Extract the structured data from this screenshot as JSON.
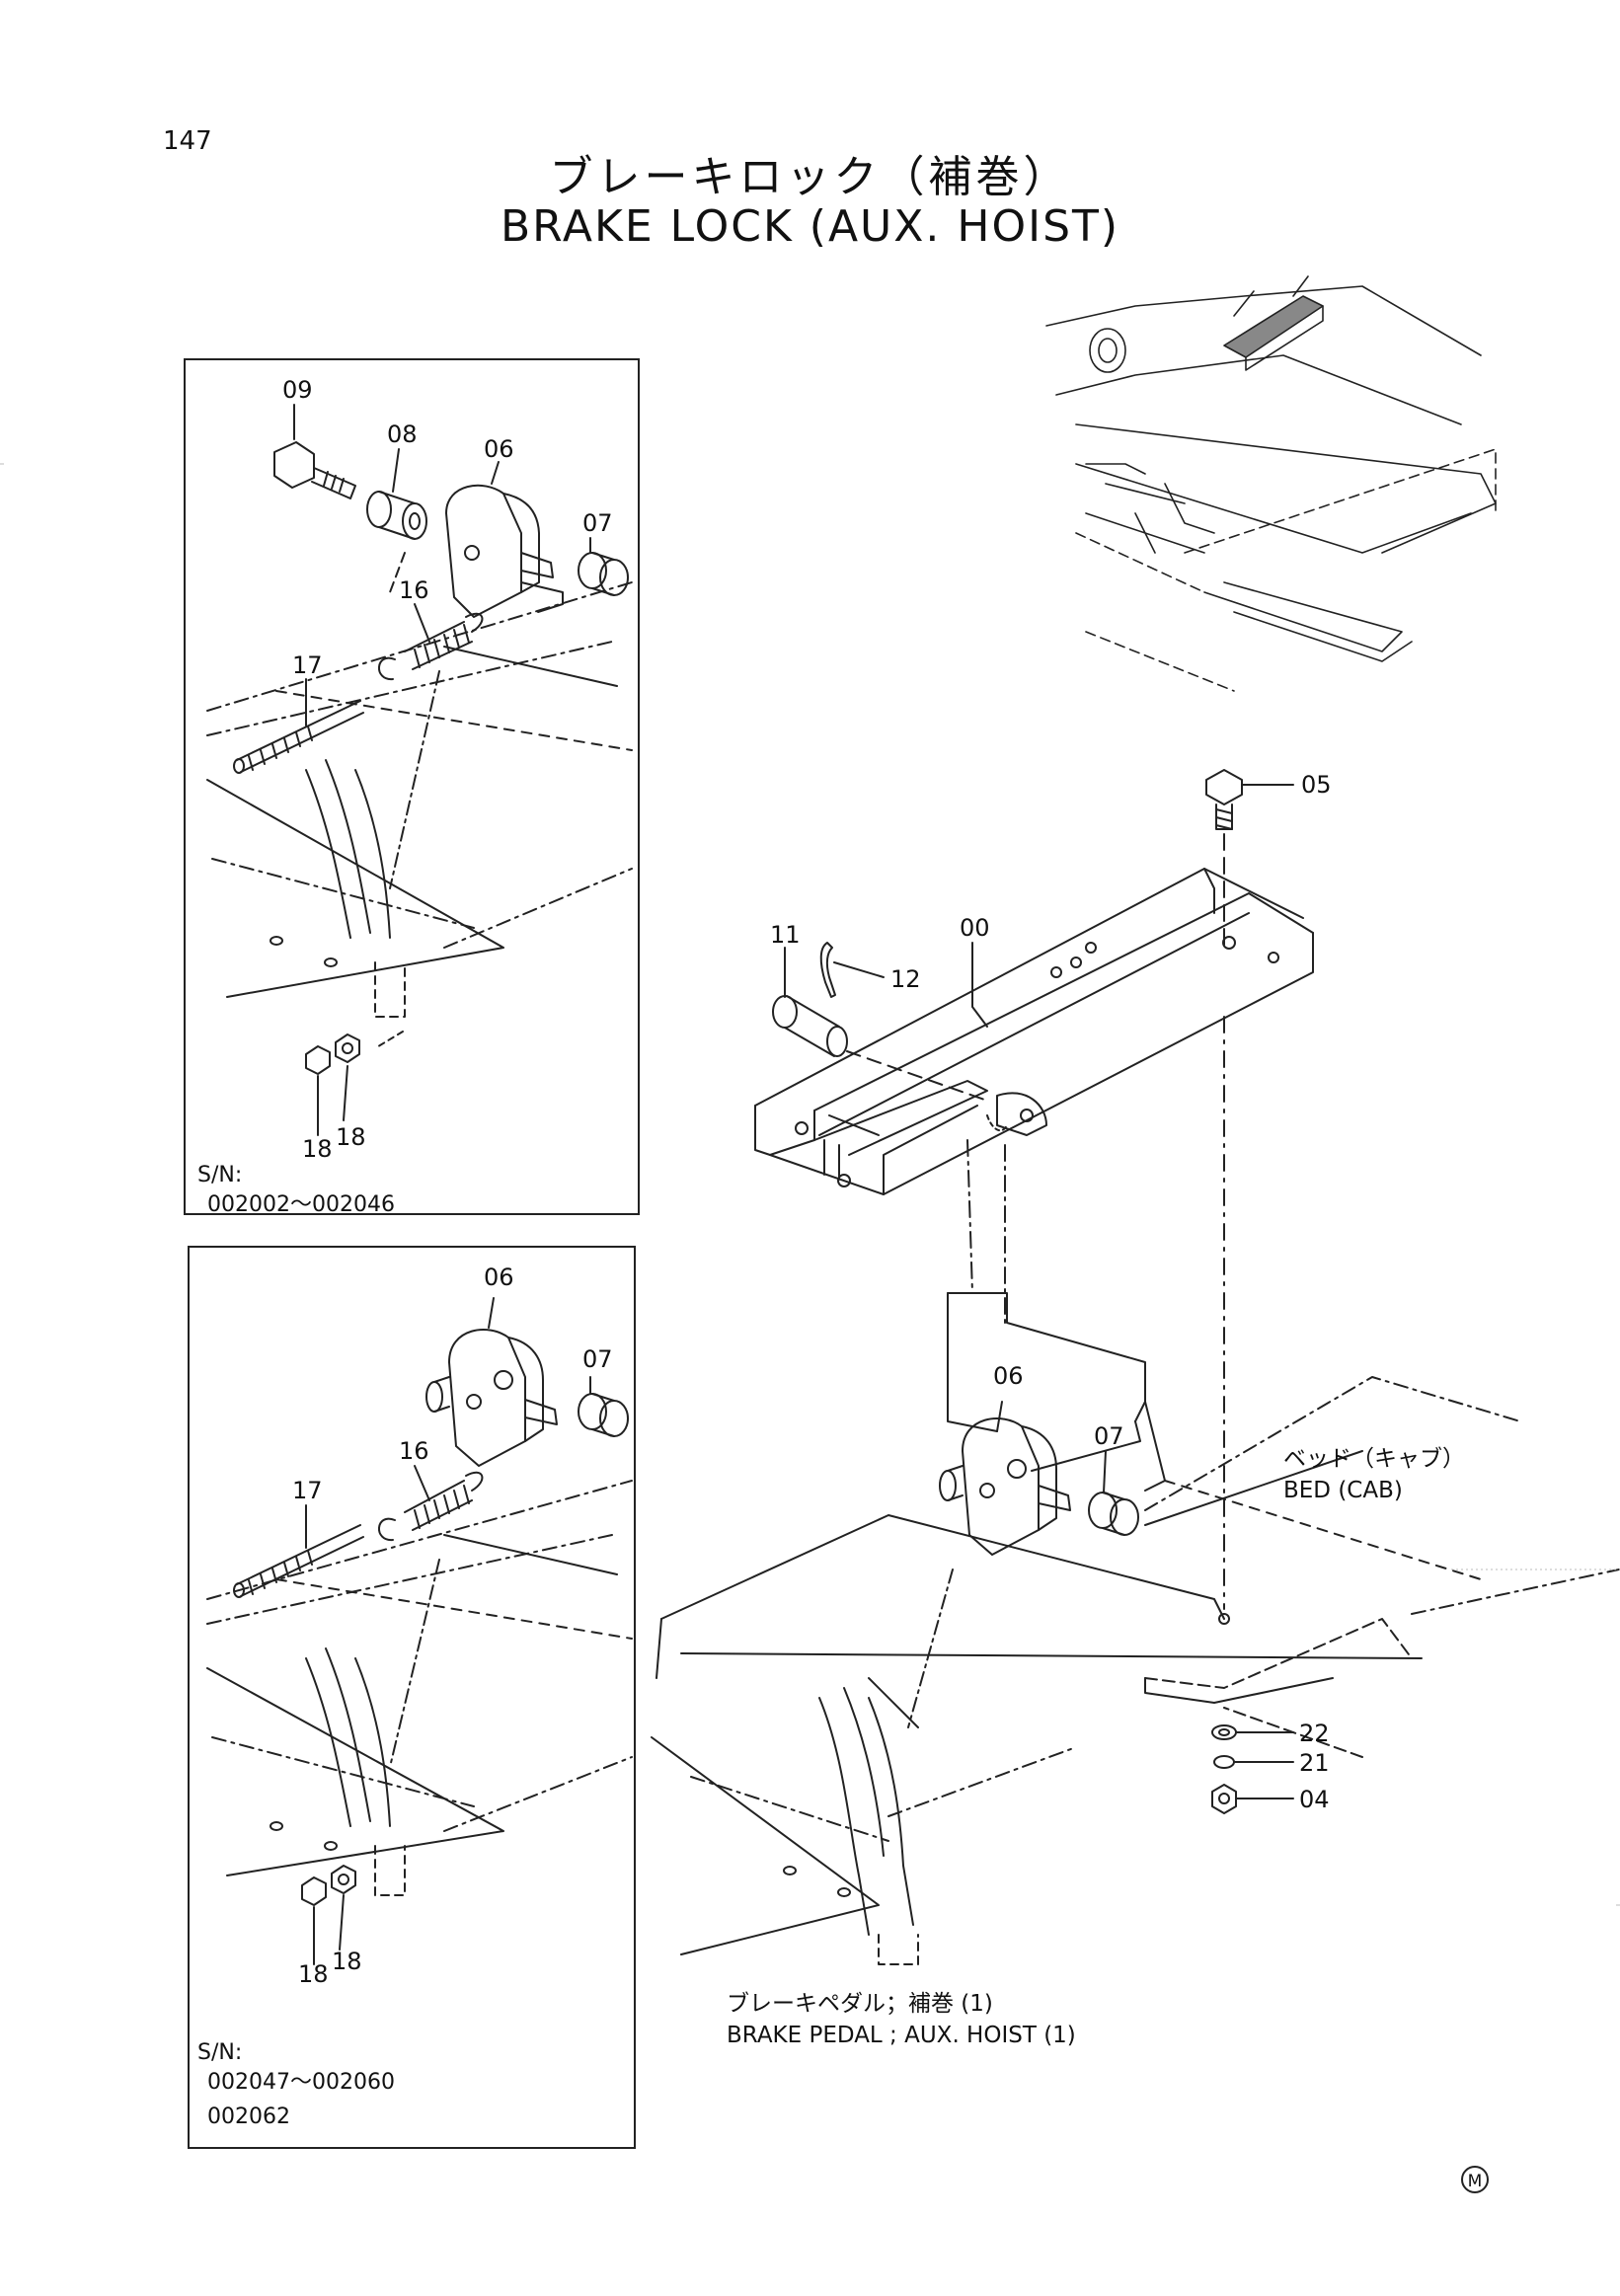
{
  "page": {
    "number": "147"
  },
  "title": {
    "jp": "ブレーキロック（補巻）",
    "en": "BRAKE LOCK (AUX. HOIST)"
  },
  "panel_top": {
    "sn_label": "S/N:",
    "sn_range": "002002～002046",
    "callouts": [
      "09",
      "08",
      "06",
      "07",
      "16",
      "17",
      "18",
      "18"
    ]
  },
  "panel_bottom": {
    "sn_label": "S/N:",
    "sn_range": "002047～002060",
    "sn_extra": "002062",
    "callouts": [
      "06",
      "07",
      "16",
      "17",
      "18",
      "18"
    ]
  },
  "main": {
    "callouts": [
      "05",
      "00",
      "11",
      "12",
      "06",
      "07",
      "22",
      "21",
      "04"
    ]
  },
  "labels": {
    "bed_jp": "ベッド（キャブ）",
    "bed_en": "BED (CAB)",
    "pedal_jp": "ブレーキペダル；補巻 (1)",
    "pedal_en": "BRAKE PEDAL ; AUX. HOIST (1)"
  },
  "mark": "M"
}
